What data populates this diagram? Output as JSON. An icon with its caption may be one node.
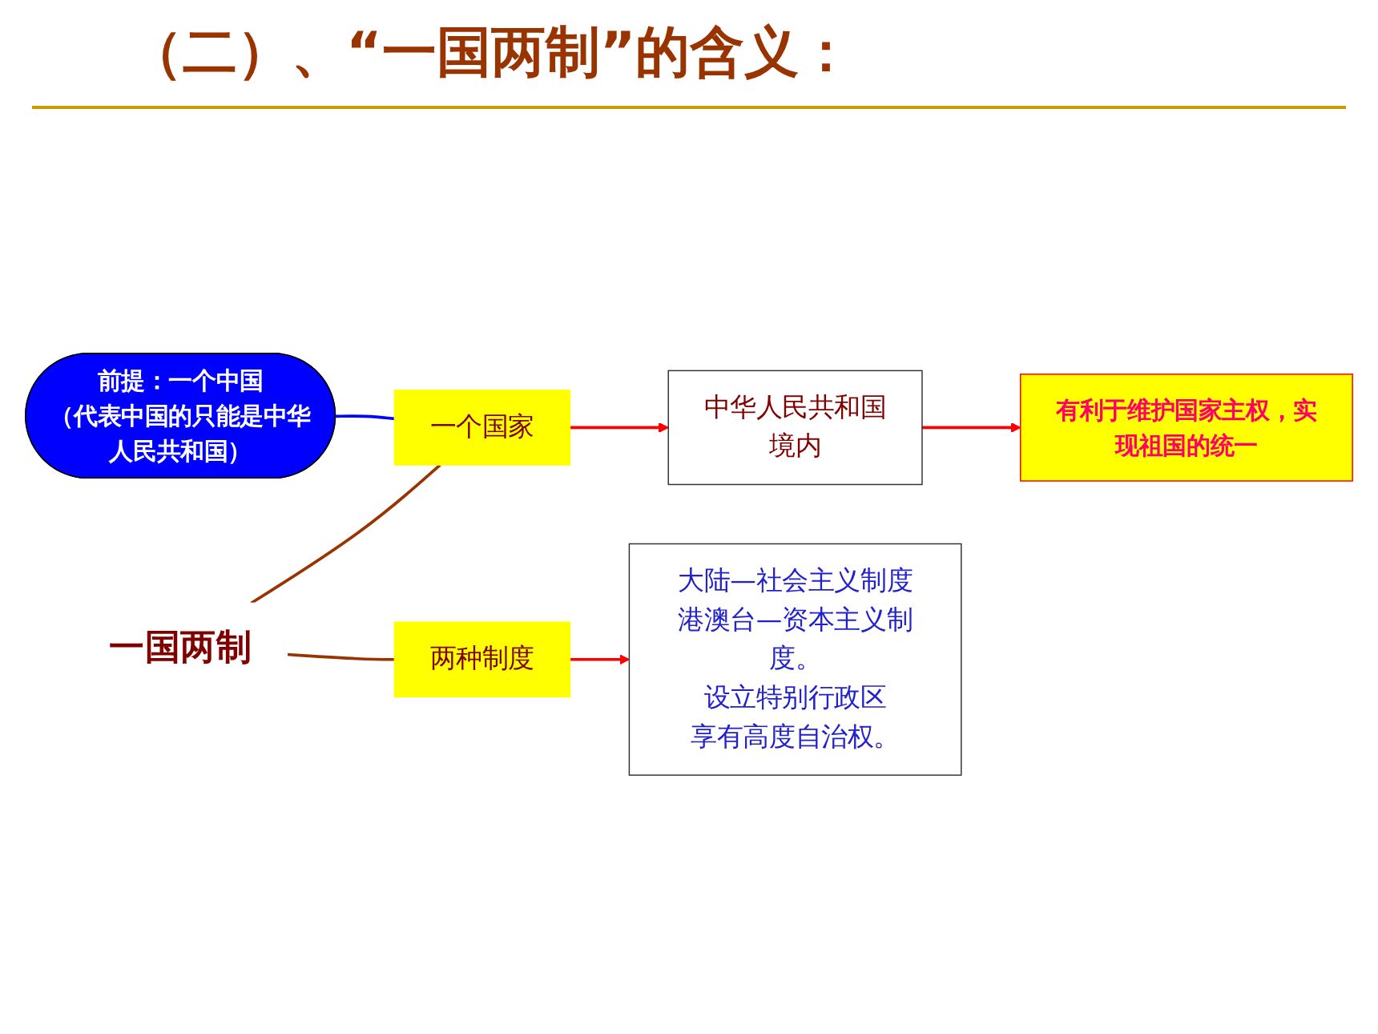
{
  "diagram": {
    "title": "（二）、“一国两制”的含义：",
    "nodes": [
      {
        "text": [
          "一国两制"
        ]
      },
      {
        "text": [
          "一个国家"
        ]
      },
      {
        "text": [
          "两种制度"
        ]
      },
      {
        "text": [
          "中华人民共和国",
          "境内"
        ]
      },
      {
        "text": [
          "有利于维护国家主权，实现祖国的统一"
        ]
      },
      {
        "text": [
          "前提：一个中国",
          "（代表中国的只能是中华人民共和国）"
        ]
      },
      {
        "text": [
          "大陆—社会主义制度",
          "港澳台—资本主义制度。",
          "设立特别行政区",
          "享有高度自治权。"
        ]
      }
    ],
    "edges": [
      {
        "from": 0,
        "to": 1,
        "arrow": "none",
        "color": "#993300"
      },
      {
        "from": 0,
        "to": 2,
        "arrow": "none",
        "color": "#993300"
      },
      {
        "from": 1,
        "to": 3,
        "arrow": "to"
      },
      {
        "from": 3,
        "to": 4,
        "arrow": "to"
      },
      {
        "from": 2,
        "to": 6,
        "arrow": "to"
      },
      {
        "from": 5,
        "to": 1,
        "arrow": "none",
        "color": "#0000ff"
      }
    ]
  }
}
